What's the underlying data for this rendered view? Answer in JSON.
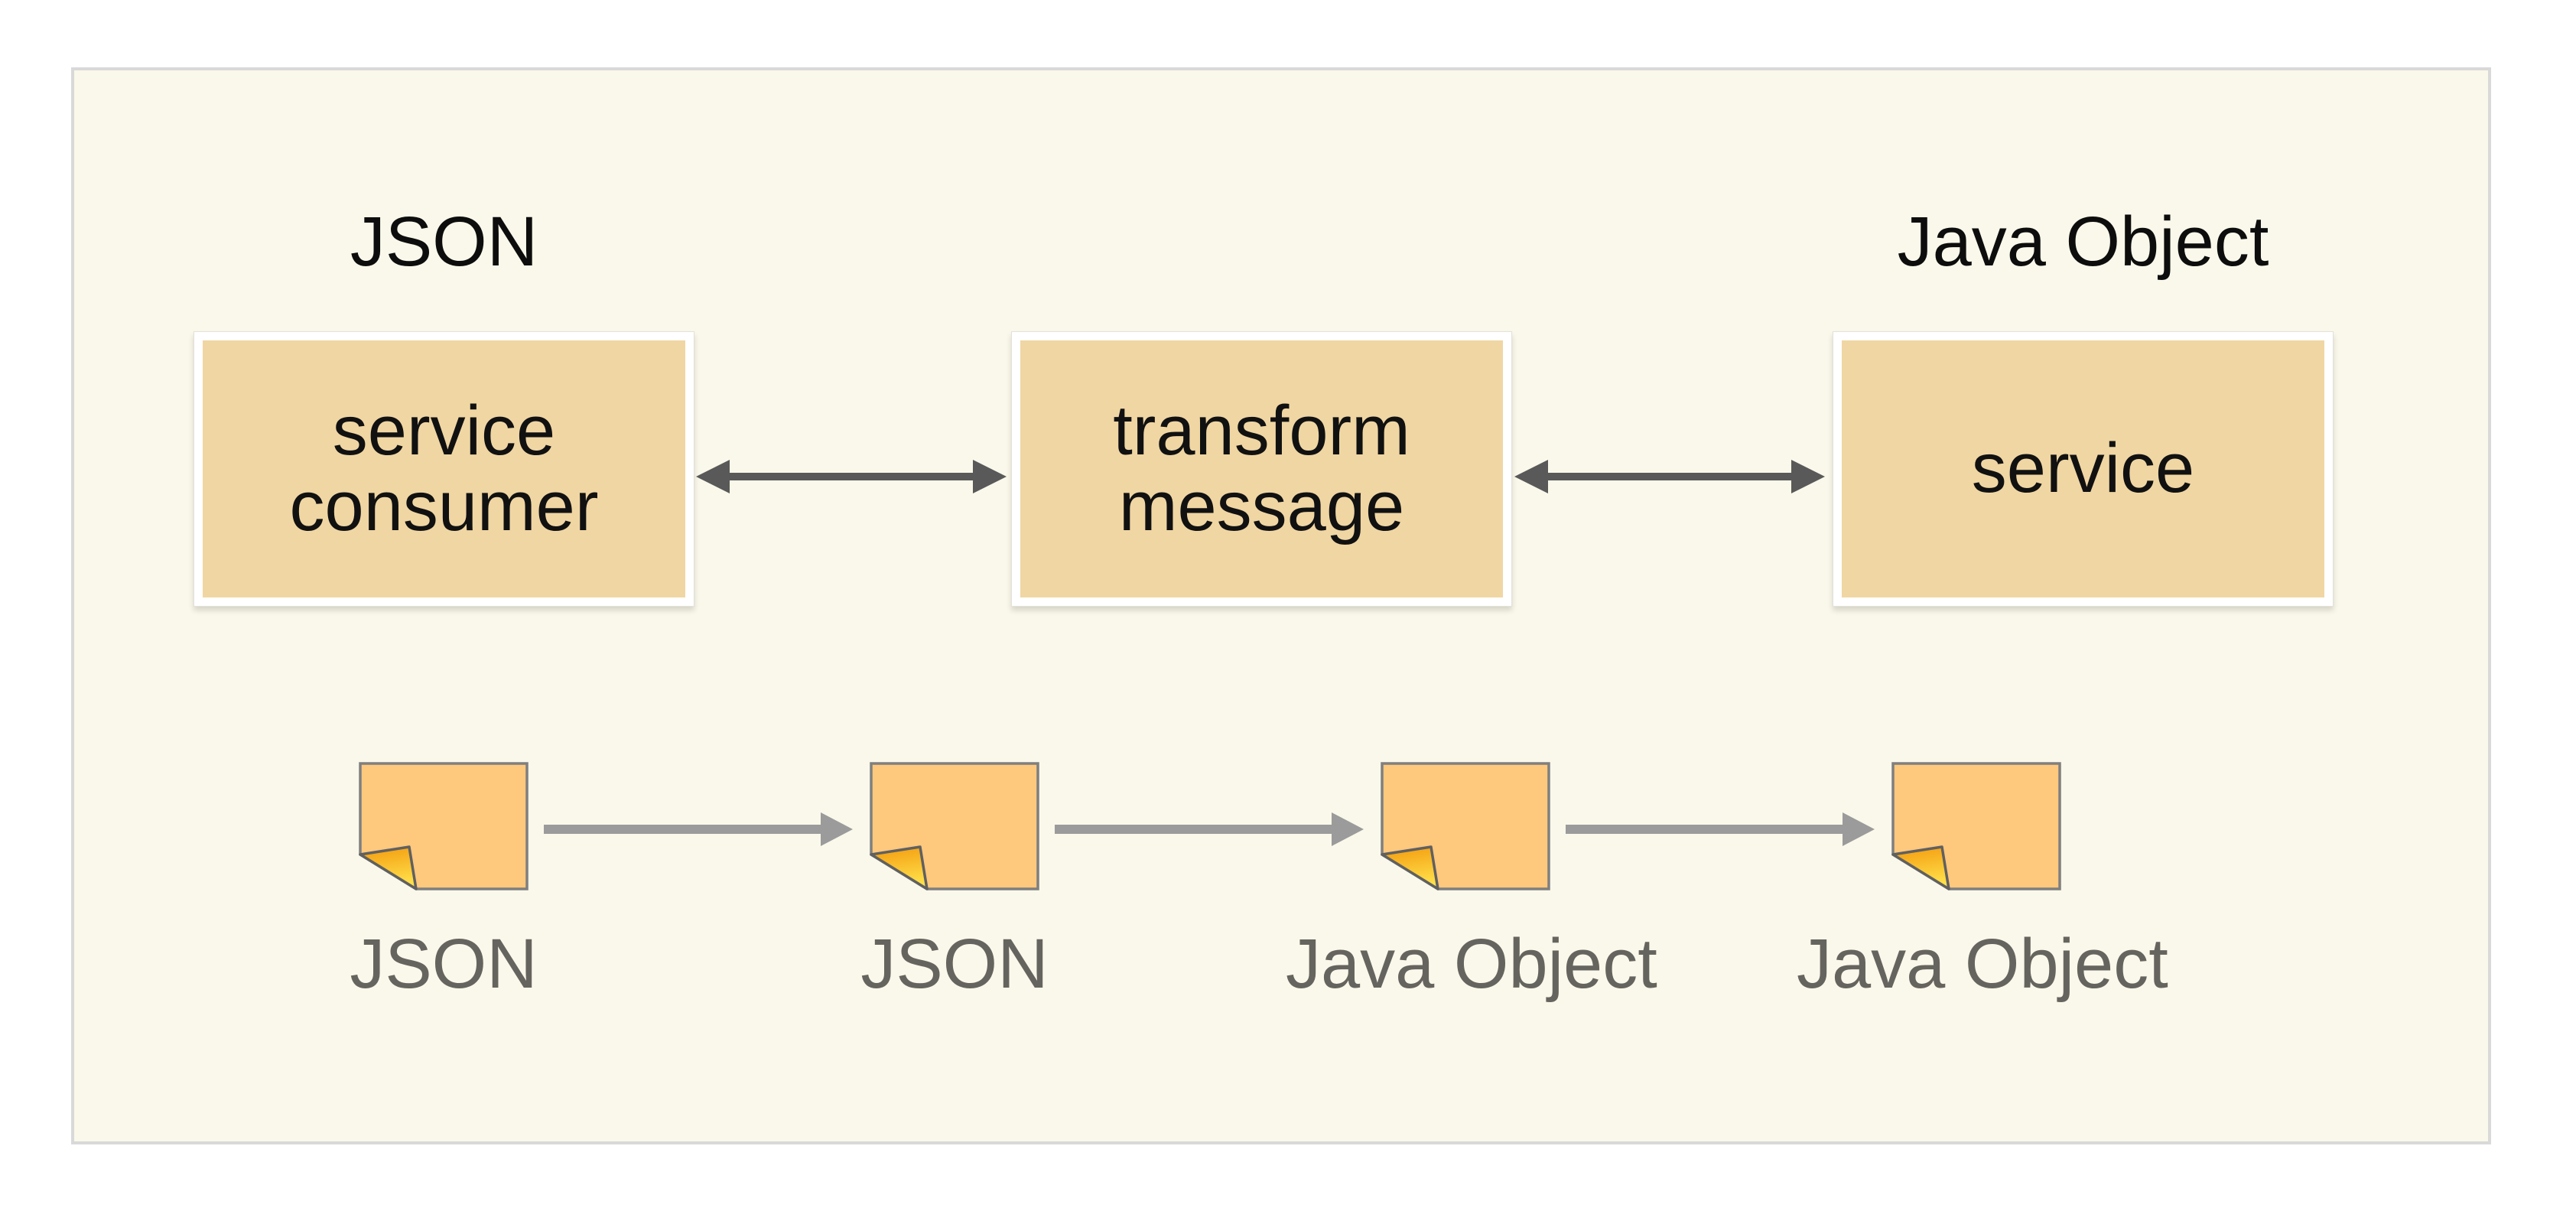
{
  "headings": {
    "left": "JSON",
    "right": "Java Object"
  },
  "boxes": [
    {
      "label": "service\nconsumer"
    },
    {
      "label": "transform\nmessage"
    },
    {
      "label": "service"
    }
  ],
  "notes": [
    {
      "label": "JSON"
    },
    {
      "label": "JSON"
    },
    {
      "label": "Java Object"
    },
    {
      "label": "Java Object"
    }
  ],
  "colors": {
    "panel_bg": "#faf8ea",
    "panel_border": "#d9d9d9",
    "heading_text": "#0d0d0d",
    "box_frame": "#ffffff",
    "box_fill": "#f0d6a3",
    "box_text": "#111111",
    "double_arrow": "#595959",
    "note_fill": "#fec87d",
    "note_border": "#7f7f7f",
    "note_fold_top": "#f3990d",
    "note_fold_bottom": "#ffe04a",
    "note_fold_stroke": "#606060",
    "flow_arrow": "#9b9b9b",
    "note_label": "#66645e"
  }
}
